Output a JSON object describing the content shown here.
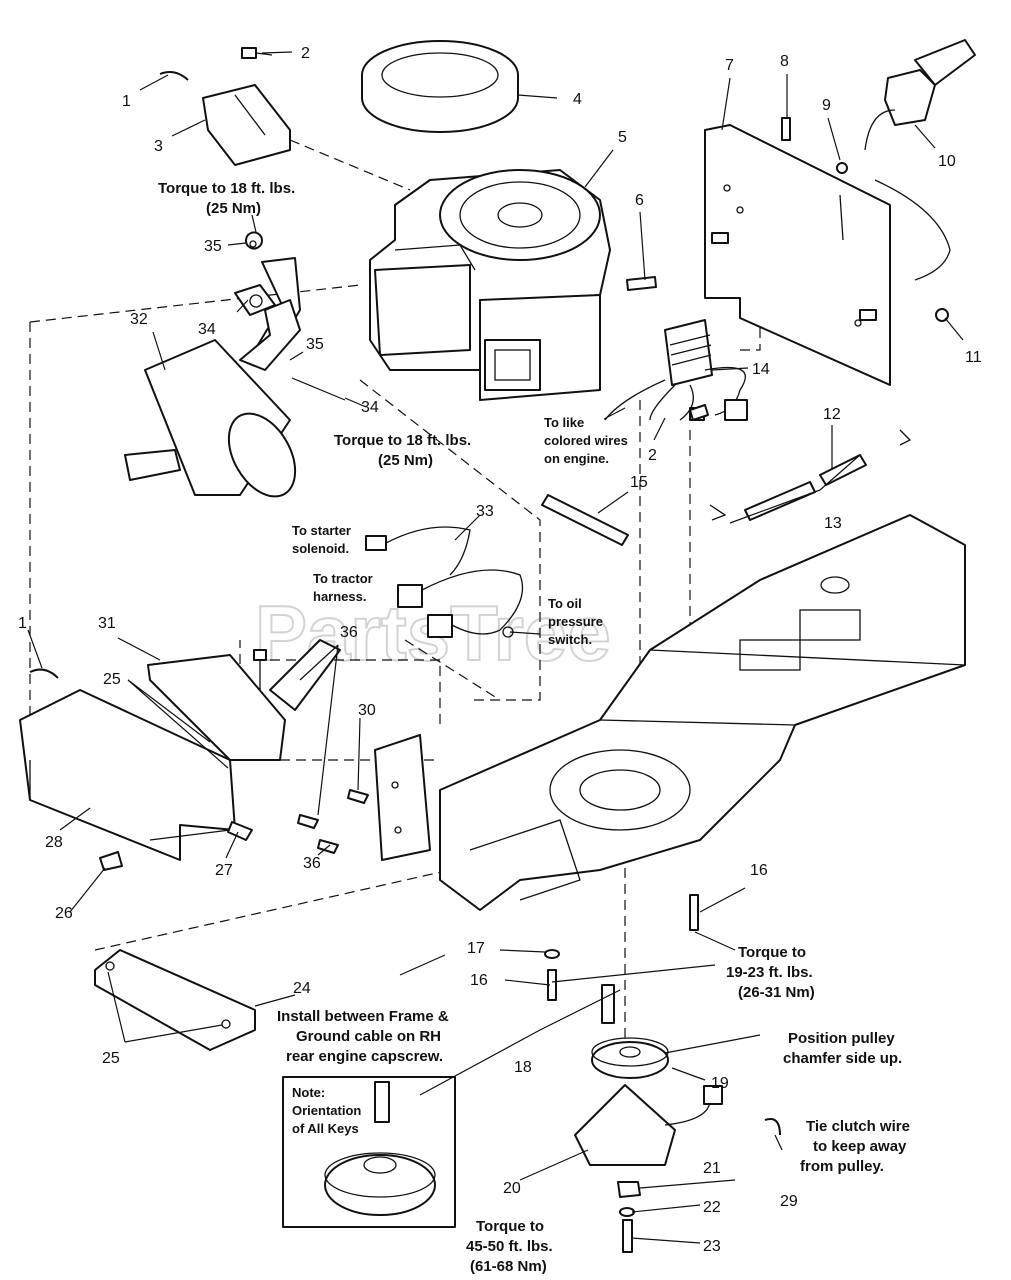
{
  "watermark": "PartsTree",
  "callouts": [
    {
      "id": "c1a",
      "text": "1"
    },
    {
      "id": "c2a",
      "text": "2"
    },
    {
      "id": "c3",
      "text": "3"
    },
    {
      "id": "c4",
      "text": "4"
    },
    {
      "id": "c5",
      "text": "5"
    },
    {
      "id": "c6",
      "text": "6"
    },
    {
      "id": "c7",
      "text": "7"
    },
    {
      "id": "c8",
      "text": "8"
    },
    {
      "id": "c9",
      "text": "9"
    },
    {
      "id": "c10",
      "text": "10"
    },
    {
      "id": "c11",
      "text": "11"
    },
    {
      "id": "c12",
      "text": "12"
    },
    {
      "id": "c13",
      "text": "13"
    },
    {
      "id": "c14",
      "text": "14"
    },
    {
      "id": "c15",
      "text": "15"
    },
    {
      "id": "c2b",
      "text": "2"
    },
    {
      "id": "c16a",
      "text": "16"
    },
    {
      "id": "c16b",
      "text": "16"
    },
    {
      "id": "c17",
      "text": "17"
    },
    {
      "id": "c18",
      "text": "18"
    },
    {
      "id": "c19",
      "text": "19"
    },
    {
      "id": "c20",
      "text": "20"
    },
    {
      "id": "c21",
      "text": "21"
    },
    {
      "id": "c22",
      "text": "22"
    },
    {
      "id": "c23",
      "text": "23"
    },
    {
      "id": "c24",
      "text": "24"
    },
    {
      "id": "c25a",
      "text": "25"
    },
    {
      "id": "c25b",
      "text": "25"
    },
    {
      "id": "c26",
      "text": "26"
    },
    {
      "id": "c27",
      "text": "27"
    },
    {
      "id": "c28",
      "text": "28"
    },
    {
      "id": "c29",
      "text": "29"
    },
    {
      "id": "c30",
      "text": "30"
    },
    {
      "id": "c31",
      "text": "31"
    },
    {
      "id": "c32",
      "text": "32"
    },
    {
      "id": "c33",
      "text": "33"
    },
    {
      "id": "c34a",
      "text": "34"
    },
    {
      "id": "c34b",
      "text": "34"
    },
    {
      "id": "c35a",
      "text": "35"
    },
    {
      "id": "c35b",
      "text": "35"
    },
    {
      "id": "c36a",
      "text": "36"
    },
    {
      "id": "c36b",
      "text": "36"
    },
    {
      "id": "c1b",
      "text": "1"
    }
  ],
  "notes": {
    "torque_top": [
      "Torque to 18 ft. lbs.",
      "(25 Nm)"
    ],
    "torque_mid": [
      "Torque to 18 ft. lbs.",
      "(25 Nm)"
    ],
    "like_wires": [
      "To like",
      "colored wires",
      "on engine."
    ],
    "starter": [
      "To starter",
      "solenoid."
    ],
    "tractor": [
      "To tractor",
      "harness."
    ],
    "oil": [
      "To oil",
      "pressure",
      "switch."
    ],
    "torque_16": [
      "Torque to",
      "19-23 ft. lbs.",
      "(26-31 Nm)"
    ],
    "install": [
      "Install between Frame &",
      "Ground cable on RH",
      "rear engine capscrew."
    ],
    "pulley": [
      "Position pulley",
      "chamfer side up."
    ],
    "tie": [
      "Tie clutch wire",
      "to keep away",
      "from pulley."
    ],
    "torque_23": [
      "Torque to",
      "45-50 ft. lbs.",
      "(61-68 Nm)"
    ],
    "keys": [
      "Note:",
      "Orientation",
      "of All Keys"
    ]
  }
}
